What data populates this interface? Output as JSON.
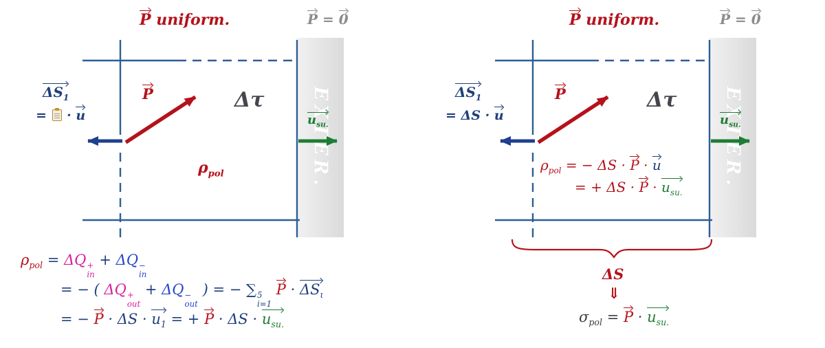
{
  "colors": {
    "vector_red": "#b5121b",
    "navy_blue": "#1f3f7c",
    "bright_blue": "#2746c8",
    "magenta": "#d6219c",
    "green": "#1e7d33",
    "gray": "#8c8c8c",
    "dark_gray": "#3c3c46",
    "box_line_blue": "#2e5e96",
    "band_gray": "#e3e3e3"
  },
  "panels": {
    "left": {
      "top_label": [
        {
          "t": "P",
          "vec": true,
          "c": "red"
        },
        {
          "t": " uniform.",
          "c": "red"
        }
      ],
      "ext_zero": [
        {
          "t": "P",
          "vec": true,
          "c": "gray"
        },
        {
          "t": " = ",
          "c": "gray"
        },
        {
          "t": "0",
          "vec": true,
          "c": "gray"
        }
      ],
      "exter": "EXTER.",
      "ds1": [
        {
          "t": "ΔS",
          "sub": "1",
          "vec": true,
          "c": "blue"
        }
      ],
      "ds1_eq": [
        {
          "t": "= ",
          "c": "blue"
        },
        {
          "icon": "clipboard"
        },
        {
          "t": " · ",
          "c": "blue"
        },
        {
          "t": "u",
          "vec": true,
          "c": "blue"
        }
      ],
      "p_label": [
        {
          "t": "P",
          "vec": true,
          "c": "red"
        }
      ],
      "delta_tau": "Δτ",
      "rho_label": [
        {
          "t": "ρ",
          "sub": "pol",
          "c": "red"
        }
      ],
      "u_su": [
        {
          "t": "u",
          "sub": "su.",
          "vec": true,
          "c": "green"
        }
      ],
      "eq_line1": [
        {
          "t": "ρ",
          "sub": "pol",
          "c": "red"
        },
        {
          "t": " = ",
          "c": "blue"
        },
        {
          "t": "ΔQ",
          "sup": "+",
          "sub": "in",
          "c": "magenta"
        },
        {
          "t": " + ",
          "c": "blue"
        },
        {
          "t": "ΔQ",
          "sup": "−",
          "sub": "in",
          "c": "blue2"
        }
      ],
      "eq_line2": [
        {
          "t": "= − ( ",
          "c": "blue"
        },
        {
          "t": "ΔQ",
          "sup": "+",
          "sub": "out",
          "c": "magenta"
        },
        {
          "t": " + ",
          "c": "blue"
        },
        {
          "t": "ΔQ",
          "sup": "−",
          "sub": "out",
          "c": "blue2"
        },
        {
          "t": " ) = − ",
          "c": "blue"
        },
        {
          "t": "∑",
          "sup": "5",
          "sub": "i=1",
          "c": "blue"
        },
        {
          "t": " ",
          "c": "blue"
        },
        {
          "t": "P",
          "vec": true,
          "c": "red"
        },
        {
          "t": " · ",
          "c": "blue"
        },
        {
          "t": "ΔS",
          "sub": "ι",
          "vec": true,
          "c": "blue"
        }
      ],
      "eq_line3": [
        {
          "t": "= − ",
          "c": "blue"
        },
        {
          "t": "P",
          "vec": true,
          "c": "red"
        },
        {
          "t": " · ",
          "c": "blue"
        },
        {
          "t": "ΔS",
          "c": "blue"
        },
        {
          "t": " · ",
          "c": "blue"
        },
        {
          "t": "u",
          "sub": "1",
          "vec": true,
          "c": "blue"
        },
        {
          "t": " = + ",
          "c": "blue"
        },
        {
          "t": "P",
          "vec": true,
          "c": "red"
        },
        {
          "t": " · ",
          "c": "blue"
        },
        {
          "t": "ΔS",
          "c": "blue"
        },
        {
          "t": " · ",
          "c": "blue"
        },
        {
          "t": "u",
          "sub": "su.",
          "vec": true,
          "c": "green"
        }
      ]
    },
    "right": {
      "top_label": [
        {
          "t": "P",
          "vec": true,
          "c": "red"
        },
        {
          "t": " uniform.",
          "c": "red"
        }
      ],
      "ext_zero": [
        {
          "t": "P",
          "vec": true,
          "c": "gray"
        },
        {
          "t": " = ",
          "c": "gray"
        },
        {
          "t": "0",
          "vec": true,
          "c": "gray"
        }
      ],
      "exter": "EXTER.",
      "ds1": [
        {
          "t": "ΔS",
          "sub": "1",
          "vec": true,
          "c": "blue"
        }
      ],
      "ds1_eq": [
        {
          "t": "= ",
          "c": "blue"
        },
        {
          "t": "ΔS",
          "c": "blue"
        },
        {
          "t": " · ",
          "c": "blue"
        },
        {
          "t": "u",
          "vec": true,
          "c": "blue"
        }
      ],
      "p_label": [
        {
          "t": "P",
          "vec": true,
          "c": "red"
        }
      ],
      "delta_tau": "Δτ",
      "u_su": [
        {
          "t": "u",
          "sub": "su.",
          "vec": true,
          "c": "green"
        }
      ],
      "rho_eq1": [
        {
          "t": "ρ",
          "sub": "pol",
          "c": "red"
        },
        {
          "t": " = − ",
          "c": "red"
        },
        {
          "t": "ΔS",
          "c": "red"
        },
        {
          "t": " · ",
          "c": "red"
        },
        {
          "t": "P",
          "vec": true,
          "c": "red"
        },
        {
          "t": " · ",
          "c": "red"
        },
        {
          "t": "u",
          "vec": true,
          "c": "blue"
        }
      ],
      "rho_eq2": [
        {
          "t": "= + ",
          "c": "red"
        },
        {
          "t": "ΔS",
          "c": "red"
        },
        {
          "t": " · ",
          "c": "red"
        },
        {
          "t": "P",
          "vec": true,
          "c": "red"
        },
        {
          "t": " · ",
          "c": "red"
        },
        {
          "t": "u",
          "sub": "su.",
          "vec": true,
          "c": "green"
        }
      ],
      "brace_label": [
        {
          "t": "ΔS",
          "c": "red"
        }
      ],
      "implies": "⇓",
      "sigma_eq": [
        {
          "t": "σ",
          "sub": "pol",
          "c": "dark"
        },
        {
          "t": " = ",
          "c": "dark"
        },
        {
          "t": "P",
          "vec": true,
          "c": "red"
        },
        {
          "t": " · ",
          "c": "dark"
        },
        {
          "t": "u",
          "sub": "su.",
          "vec": true,
          "c": "green"
        }
      ]
    }
  }
}
